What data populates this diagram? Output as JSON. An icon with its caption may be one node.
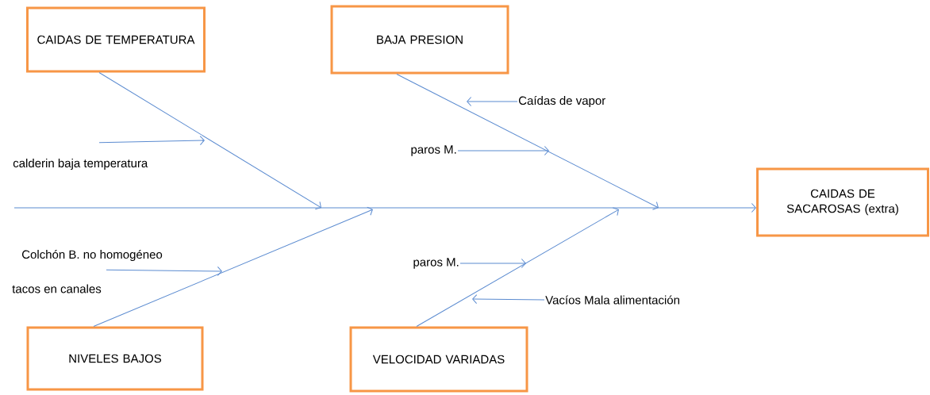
{
  "diagram": {
    "nodes": [
      {
        "text": [
          "CAIDAS DE TEMPERATURA"
        ]
      },
      {
        "text": [
          "BAJA PRESION"
        ]
      },
      {
        "text": [
          "Caídas de vapor"
        ]
      },
      {
        "text": [
          "calderin baja temperatura"
        ]
      },
      {
        "text": [
          "paros M."
        ]
      },
      {
        "text": [
          "CAIDAS DE SACAROSAS (extra)"
        ]
      },
      {
        "text": [
          "Colchón B. no homogéneo"
        ]
      },
      {
        "text": [
          "paros M."
        ]
      },
      {
        "text": [
          "Vacíos Mala alimentación"
        ]
      },
      {
        "text": [
          "NIVELES BAJOS"
        ]
      },
      {
        "text": [
          "VELOCIDAD VARIADAS"
        ]
      }
    ],
    "edges": [
      {
        "from": null,
        "to": 5,
        "arrow": "to"
      },
      {
        "from": 0,
        "to": null,
        "arrow": "to"
      },
      {
        "from": 1,
        "to": null,
        "arrow": "to"
      },
      {
        "from": 9,
        "to": null,
        "arrow": "to"
      },
      {
        "from": 10,
        "to": null,
        "arrow": "to"
      },
      {
        "from": 3,
        "to": null,
        "arrow": "to"
      },
      {
        "from": 6,
        "to": null,
        "arrow": "to"
      },
      {
        "from": 2,
        "to": null,
        "arrow": "to"
      },
      {
        "from": 4,
        "to": null,
        "arrow": "to"
      },
      {
        "from": 7,
        "to": null,
        "arrow": "to"
      },
      {
        "from": 8,
        "to": null,
        "arrow": "to"
      }
    ],
    "labels": [
      "tacos en canales"
    ]
  }
}
